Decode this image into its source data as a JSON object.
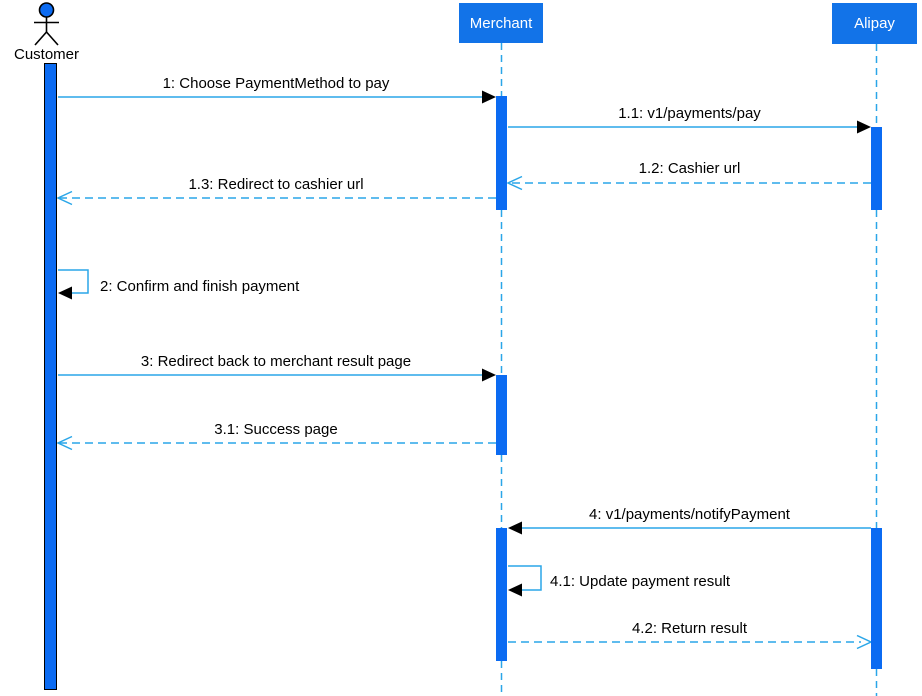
{
  "diagram": {
    "type": "uml-sequence",
    "participants": [
      {
        "id": "customer",
        "label": "Customer",
        "kind": "actor"
      },
      {
        "id": "merchant",
        "label": "Merchant",
        "kind": "participant"
      },
      {
        "id": "alipay",
        "label": "Alipay",
        "kind": "participant"
      }
    ],
    "messages": [
      {
        "seq": "1",
        "label": "1: Choose PaymentMethod to pay",
        "from": "customer",
        "to": "merchant",
        "style": "solid"
      },
      {
        "seq": "1.1",
        "label": "1.1: v1/payments/pay",
        "from": "merchant",
        "to": "alipay",
        "style": "solid"
      },
      {
        "seq": "1.2",
        "label": "1.2: Cashier url",
        "from": "alipay",
        "to": "merchant",
        "style": "dashed-return"
      },
      {
        "seq": "1.3",
        "label": "1.3: Redirect to cashier url",
        "from": "merchant",
        "to": "customer",
        "style": "dashed-return"
      },
      {
        "seq": "2",
        "label": "2: Confirm and finish payment",
        "from": "customer",
        "to": "customer",
        "style": "self"
      },
      {
        "seq": "3",
        "label": "3: Redirect back to merchant result page",
        "from": "customer",
        "to": "merchant",
        "style": "solid"
      },
      {
        "seq": "3.1",
        "label": "3.1: Success page",
        "from": "merchant",
        "to": "customer",
        "style": "dashed-return"
      },
      {
        "seq": "4",
        "label": "4: v1/payments/notifyPayment",
        "from": "alipay",
        "to": "merchant",
        "style": "solid"
      },
      {
        "seq": "4.1",
        "label": "4.1: Update payment result",
        "from": "merchant",
        "to": "merchant",
        "style": "self"
      },
      {
        "seq": "4.2",
        "label": "4.2: Return result",
        "from": "merchant",
        "to": "alipay",
        "style": "dashed-return"
      }
    ],
    "colors": {
      "participant_fill": "#1273e8",
      "participant_text": "#ffffff",
      "activation_fill": "#0b6bf2",
      "message_line": "#2aa6e8",
      "solid_arrowhead": "#000000",
      "text": "#000000",
      "background": "#ffffff"
    }
  }
}
